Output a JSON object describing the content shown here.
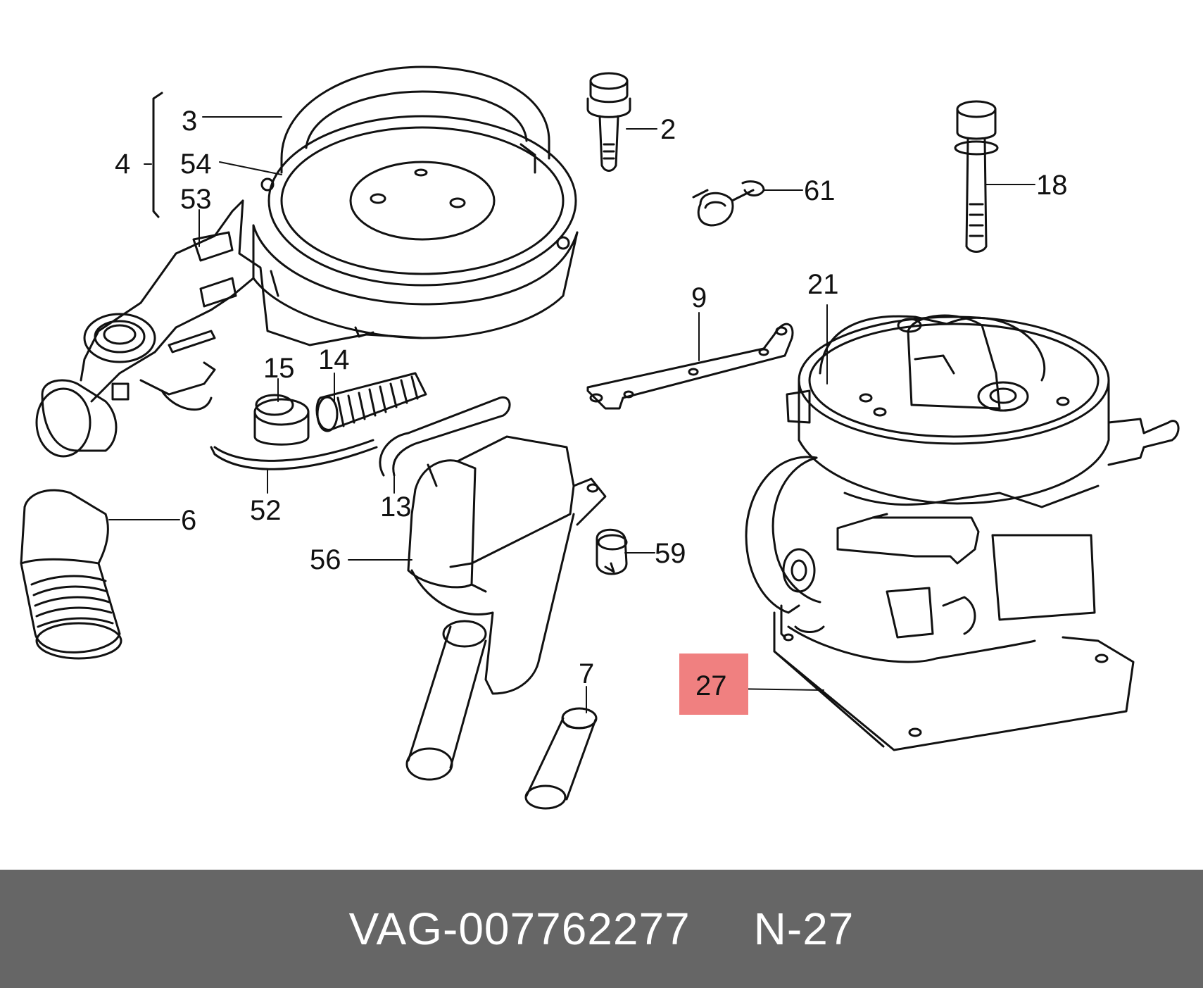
{
  "callouts": {
    "c2": "2",
    "c3": "3",
    "c4": "4",
    "c54": "54",
    "c53": "53",
    "c61": "61",
    "c18": "18",
    "c9": "9",
    "c21": "21",
    "c15": "15",
    "c14": "14",
    "c52": "52",
    "c13": "13",
    "c6": "6",
    "c56": "56",
    "c59": "59",
    "c7": "7",
    "c27": "27"
  },
  "footer": {
    "brand": "VAG",
    "separator": "-",
    "part_number": "007762277",
    "position_label": "N",
    "position_number": "27"
  },
  "colors": {
    "footer_bg": "#666666",
    "highlight": "#f08080",
    "line": "#111111"
  }
}
